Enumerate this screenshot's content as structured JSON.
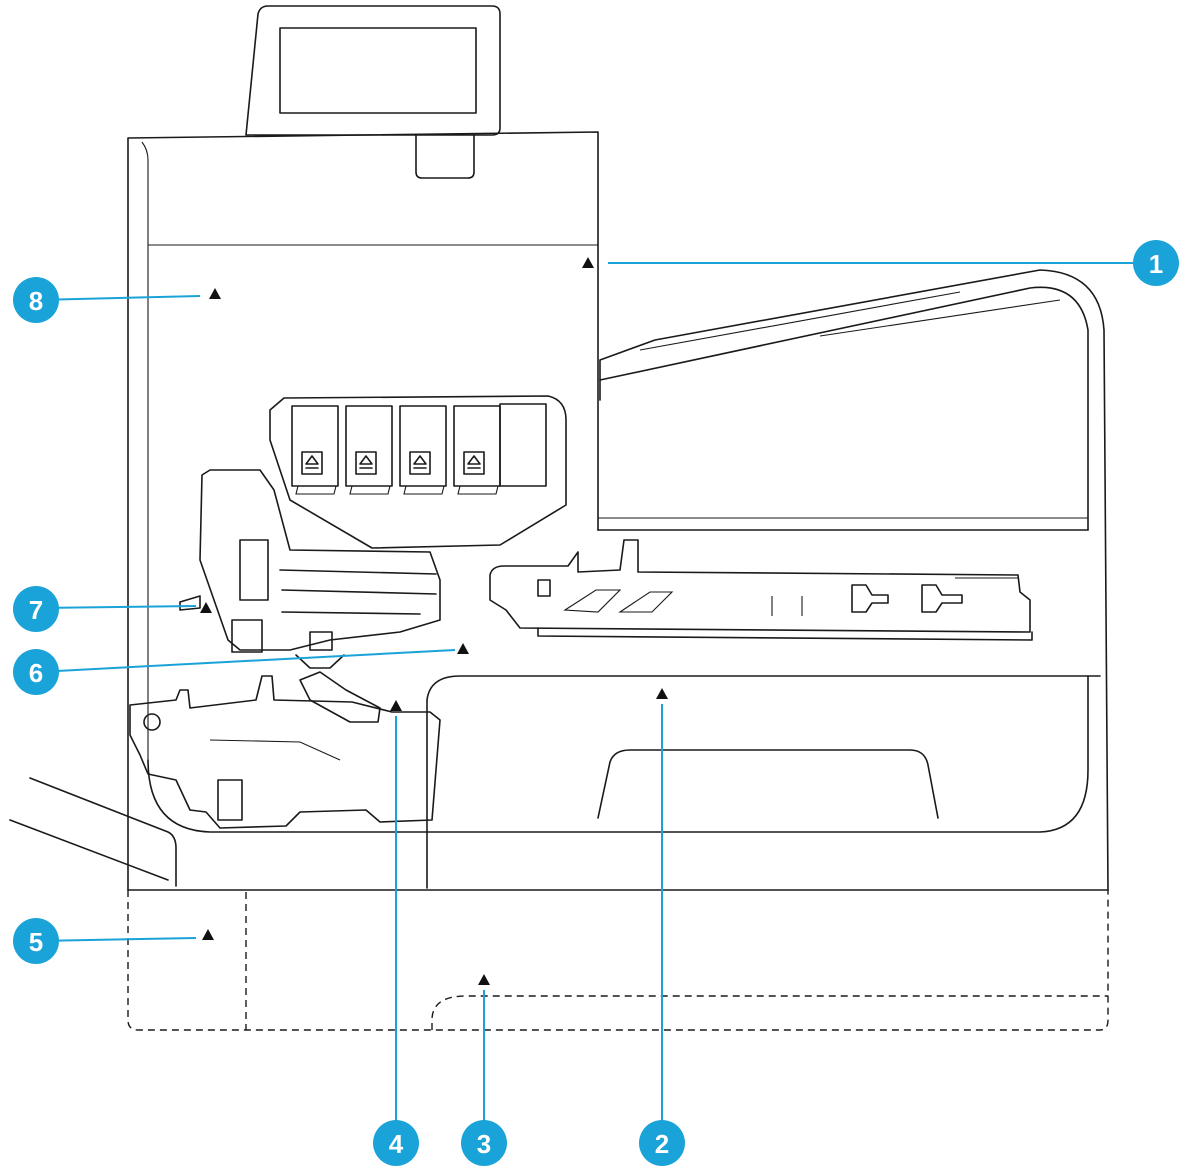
{
  "callouts": [
    {
      "label": "1"
    },
    {
      "label": "2"
    },
    {
      "label": "3"
    },
    {
      "label": "4"
    },
    {
      "label": "5"
    },
    {
      "label": "6"
    },
    {
      "label": "7"
    },
    {
      "label": "8"
    }
  ],
  "colors": {
    "callout": "#1aa3d9",
    "line": "#1a1a1a"
  }
}
